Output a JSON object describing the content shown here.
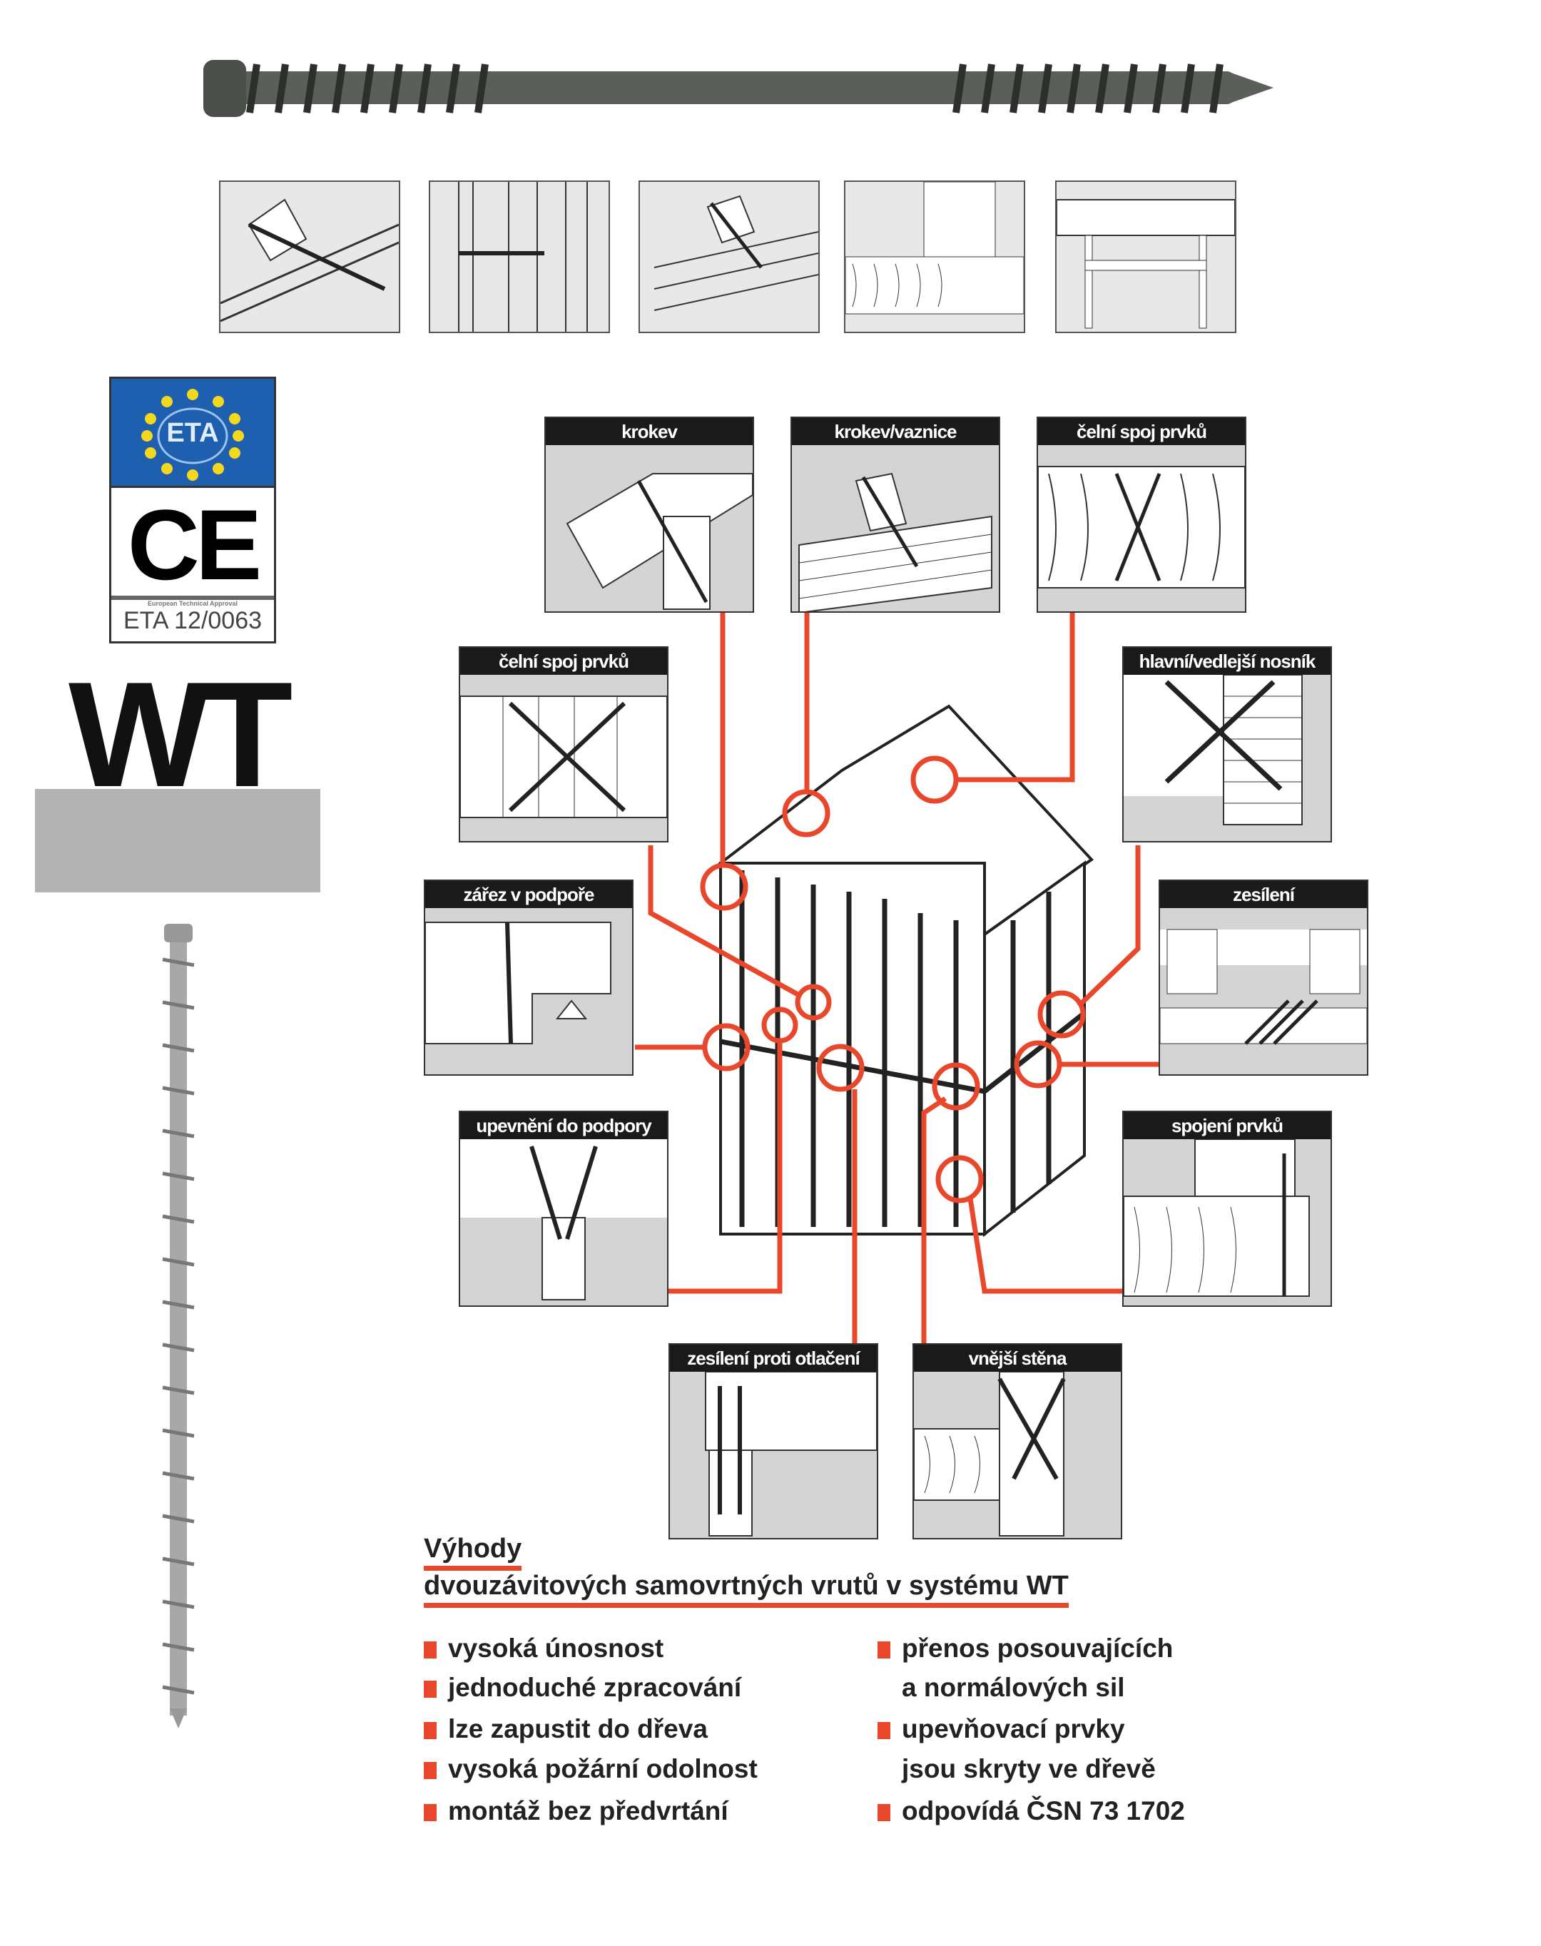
{
  "certification": {
    "logo_text": "ETA",
    "ce_mark": "CE",
    "approval_caption": "European Technical Approval",
    "approval_number": "ETA 12/0063"
  },
  "product_name": "WT",
  "details": [
    {
      "label": "krokev"
    },
    {
      "label": "krokev/vaznice"
    },
    {
      "label": "čelní spoj prvků"
    },
    {
      "label": "čelní spoj prvků"
    },
    {
      "label": "hlavní/vedlejší nosník"
    },
    {
      "label": "zářez v podpoře"
    },
    {
      "label": "zesílení"
    },
    {
      "label": "upevnění do podpory"
    },
    {
      "label": "spojení prvků"
    },
    {
      "label": "zesílení proti otlačení"
    },
    {
      "label": "vnější stěna"
    }
  ],
  "benefits": {
    "heading": "Výhody",
    "subheading": "dvouzávitových samovrtných vrutů v systému WT",
    "left": [
      "vysoká únosnost",
      "jednoduché zpracování",
      "lze zapustit do dřeva",
      "vysoká požární odolnost",
      "montáž bez předvrtání"
    ],
    "right": [
      {
        "line1": "přenos posouvajících",
        "line2": "a normálových  sil"
      },
      {
        "line1": "upevňovací prvky",
        "line2": "jsou skryty ve dřevě"
      },
      {
        "line1": "odpovídá ČSN 73 1702",
        "line2": null
      }
    ]
  },
  "colors": {
    "accent": "#e8472b",
    "header": "#1a1a1a",
    "panel": "#d4d4d4"
  }
}
